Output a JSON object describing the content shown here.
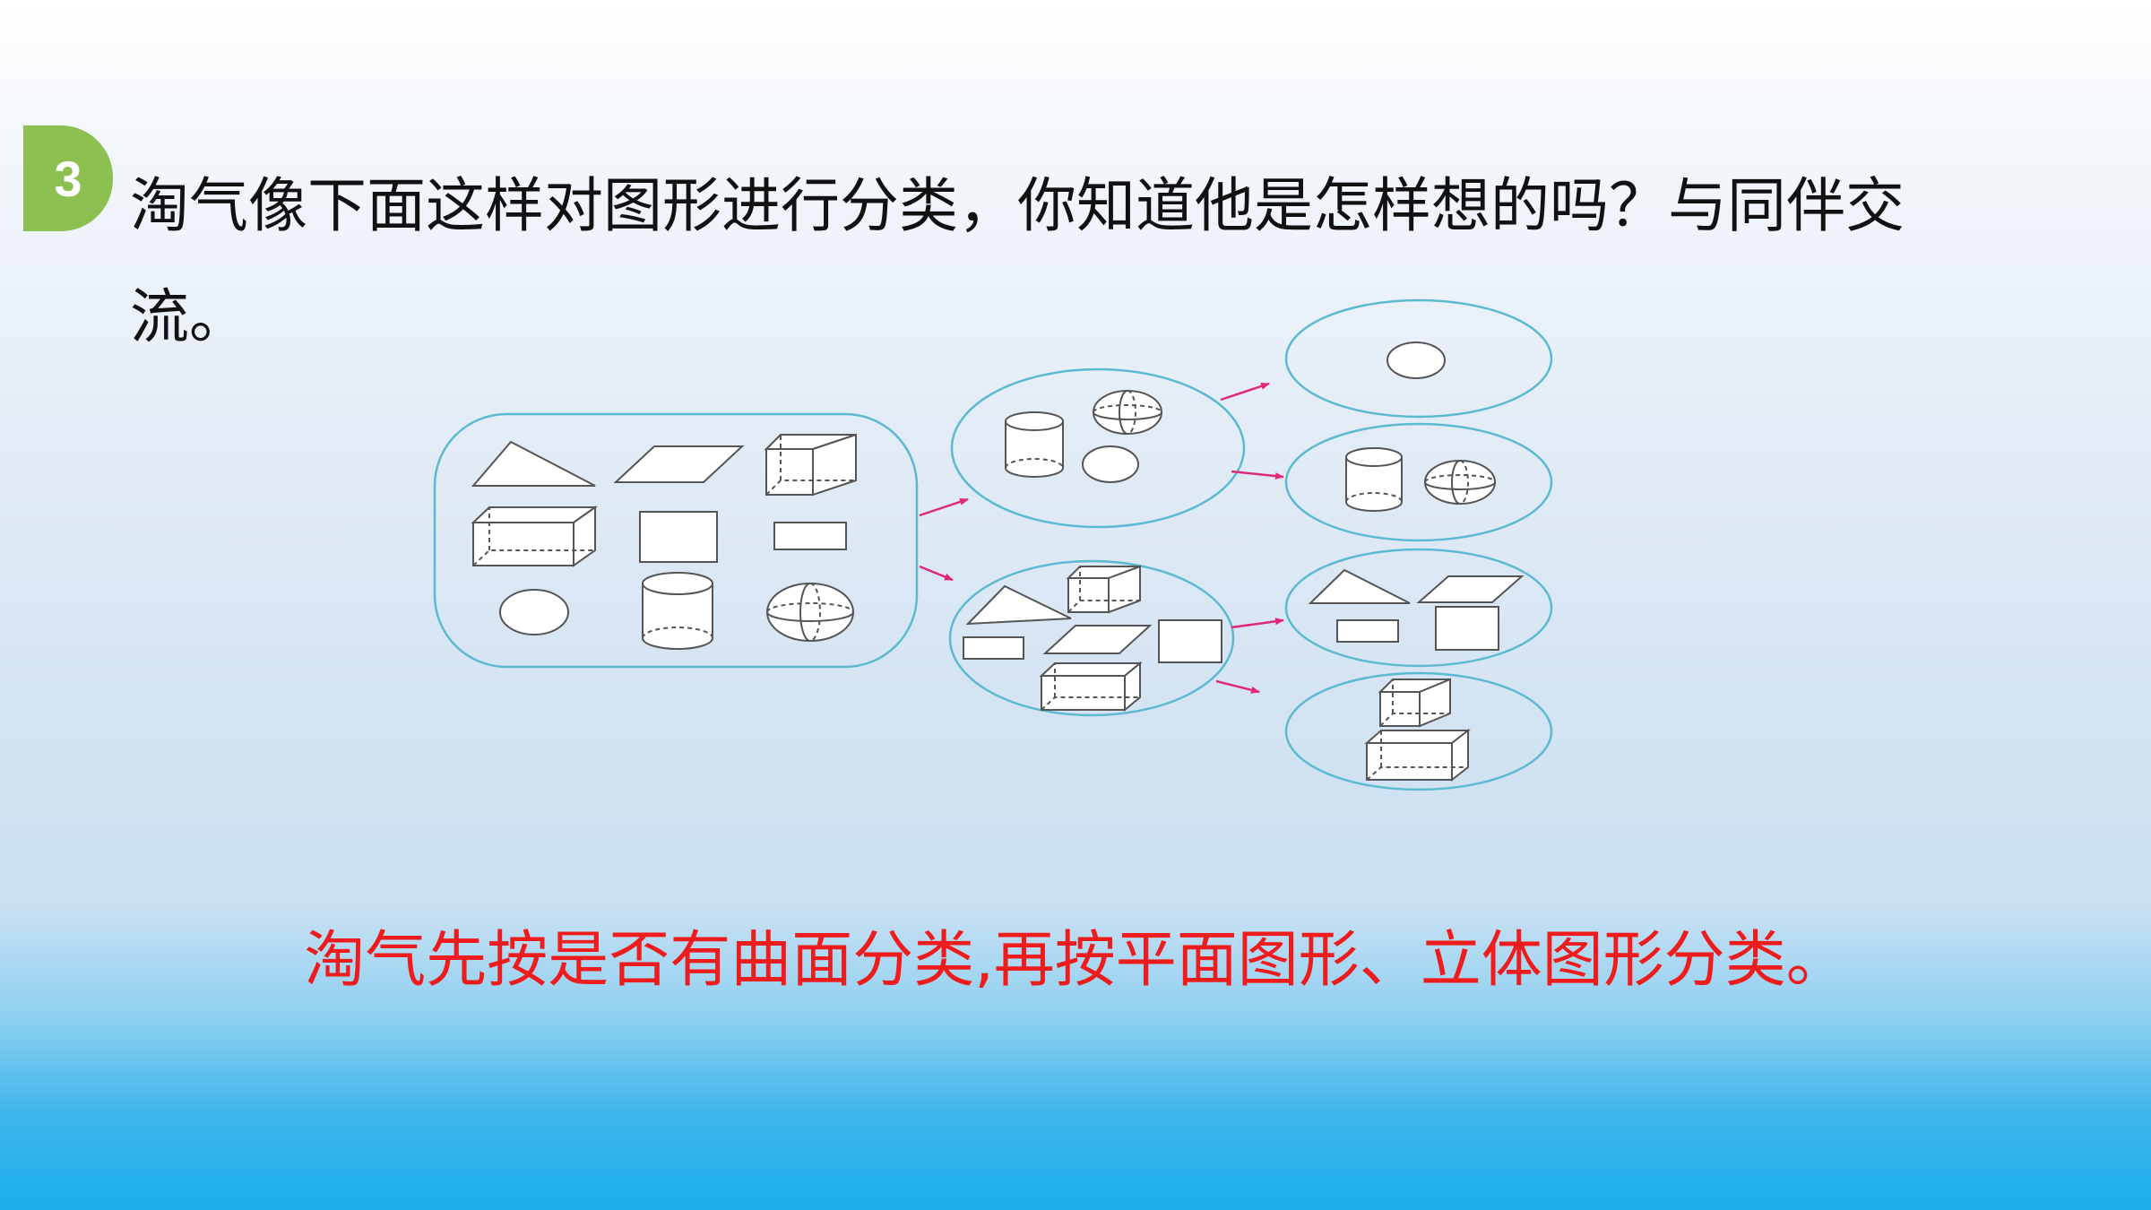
{
  "badge": {
    "number": "3",
    "color": "#8cc152"
  },
  "question": {
    "text": "淘气像下面这样对图形进行分类，你知道他是怎样想的吗？与同伴交流。"
  },
  "answer": {
    "text": "淘气先按是否有曲面分类,再按平面图形、立体图形分类。",
    "color": "#ee1c1c"
  },
  "diagram": {
    "outline_color": "#5bbad2",
    "arrow_color": "#e0287a",
    "groups": [
      {
        "id": "all-shapes",
        "shapes": [
          "triangle-icon",
          "parallelogram-icon",
          "cube-icon",
          "cuboid-icon",
          "square-icon",
          "rectangle-icon",
          "circle-icon",
          "cylinder-icon",
          "sphere-icon"
        ]
      },
      {
        "id": "curved",
        "shapes": [
          "cylinder-icon",
          "sphere-icon",
          "circle-icon"
        ]
      },
      {
        "id": "flat",
        "shapes": [
          "triangle-icon",
          "cube-icon",
          "rectangle-icon",
          "parallelogram-icon",
          "square-icon",
          "cuboid-icon"
        ]
      },
      {
        "id": "curved-plane",
        "shapes": [
          "circle-icon"
        ]
      },
      {
        "id": "curved-solid",
        "shapes": [
          "cylinder-icon",
          "sphere-icon"
        ]
      },
      {
        "id": "flat-plane",
        "shapes": [
          "triangle-icon",
          "parallelogram-icon",
          "rectangle-icon",
          "square-icon"
        ]
      },
      {
        "id": "flat-solid",
        "shapes": [
          "cube-icon",
          "cuboid-icon"
        ]
      }
    ]
  }
}
